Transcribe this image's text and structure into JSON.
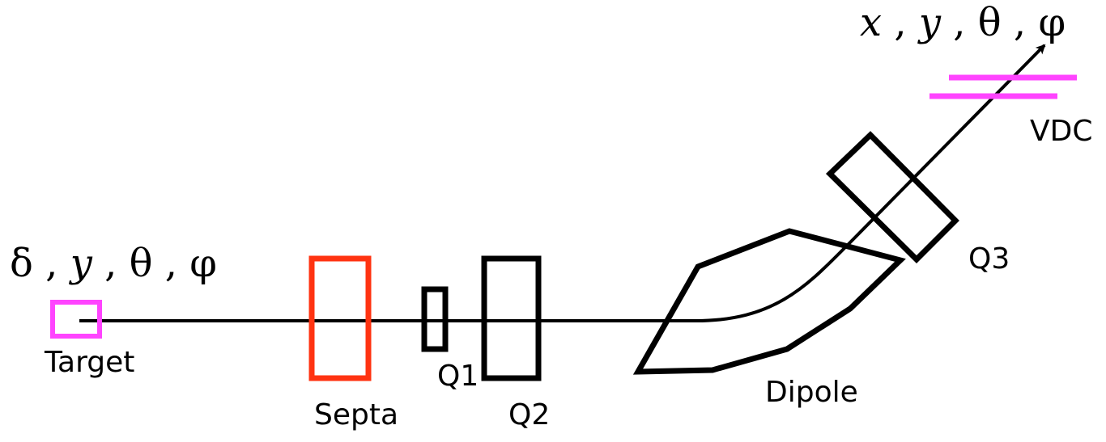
{
  "colors": {
    "target": "#ff44ff",
    "septa": "#ff3311",
    "vdc": "#ff44ff",
    "line": "#000000"
  },
  "coordinates_in": {
    "delta": "δ",
    "y": "y",
    "theta": "θ",
    "phi": "φ",
    "separator": " , "
  },
  "coordinates_out": {
    "x": "x",
    "y": "y",
    "theta": "θ",
    "phi": "φ",
    "separator": " , "
  },
  "labels": {
    "target": "Target",
    "septa": "Septa",
    "q1": "Q1",
    "q2": "Q2",
    "dipole": "Dipole",
    "q3": "Q3",
    "vdc": "VDC"
  }
}
